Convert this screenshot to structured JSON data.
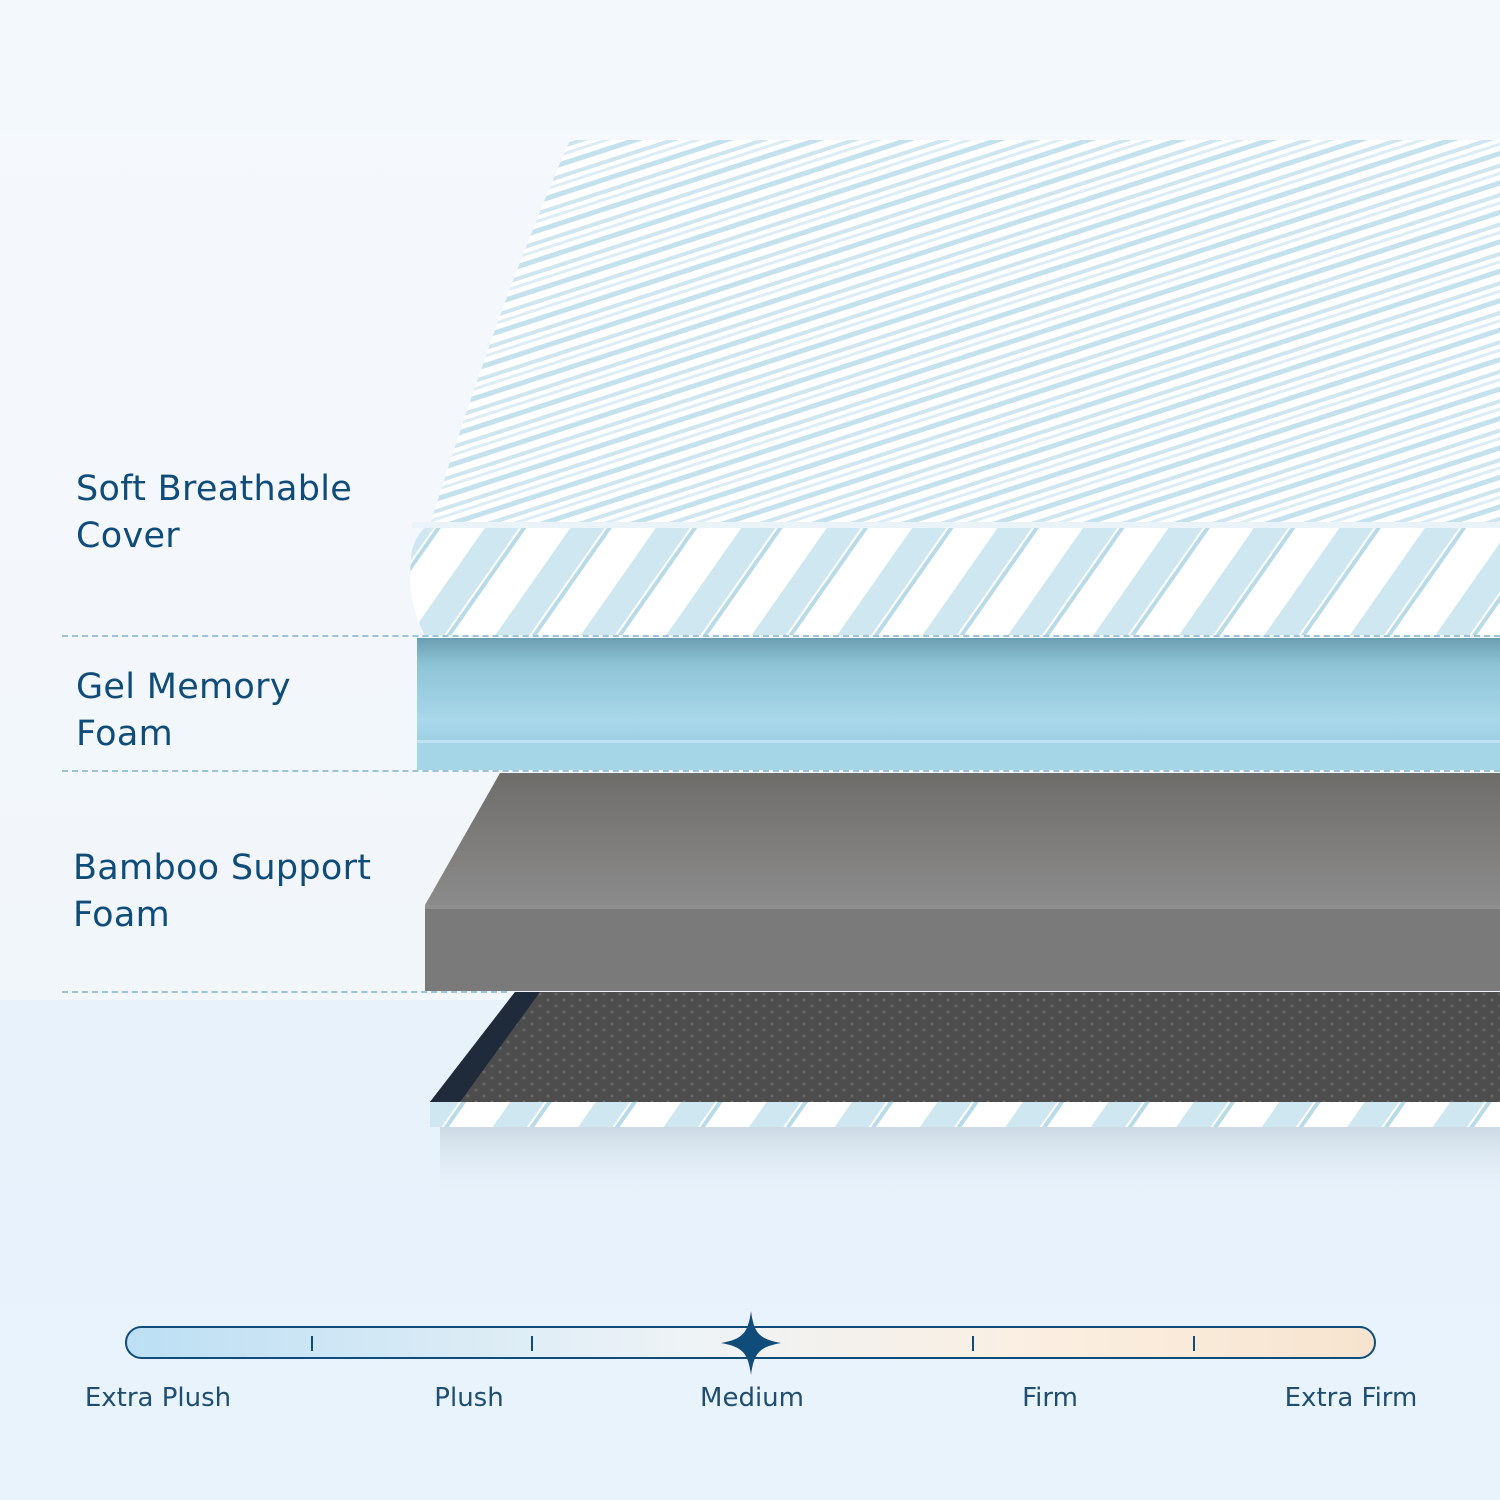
{
  "layers": [
    {
      "label": "Soft Breathable\nCover"
    },
    {
      "label": "Gel Memory\nFoam"
    },
    {
      "label": "Bamboo Support\nFoam"
    }
  ],
  "firmness_scale": {
    "labels": [
      "Extra Plush",
      "Plush",
      "Medium",
      "Firm",
      "Extra Firm"
    ],
    "selected": "Medium",
    "level": 0.5
  },
  "colors": {
    "text_primary": "#0f4c7a",
    "cover_stripe": "#9fd2e6",
    "gel_foam": "#9fd3e6",
    "bamboo_foam": "#7e7e7e",
    "base_fabric": "#4a4a4a"
  }
}
